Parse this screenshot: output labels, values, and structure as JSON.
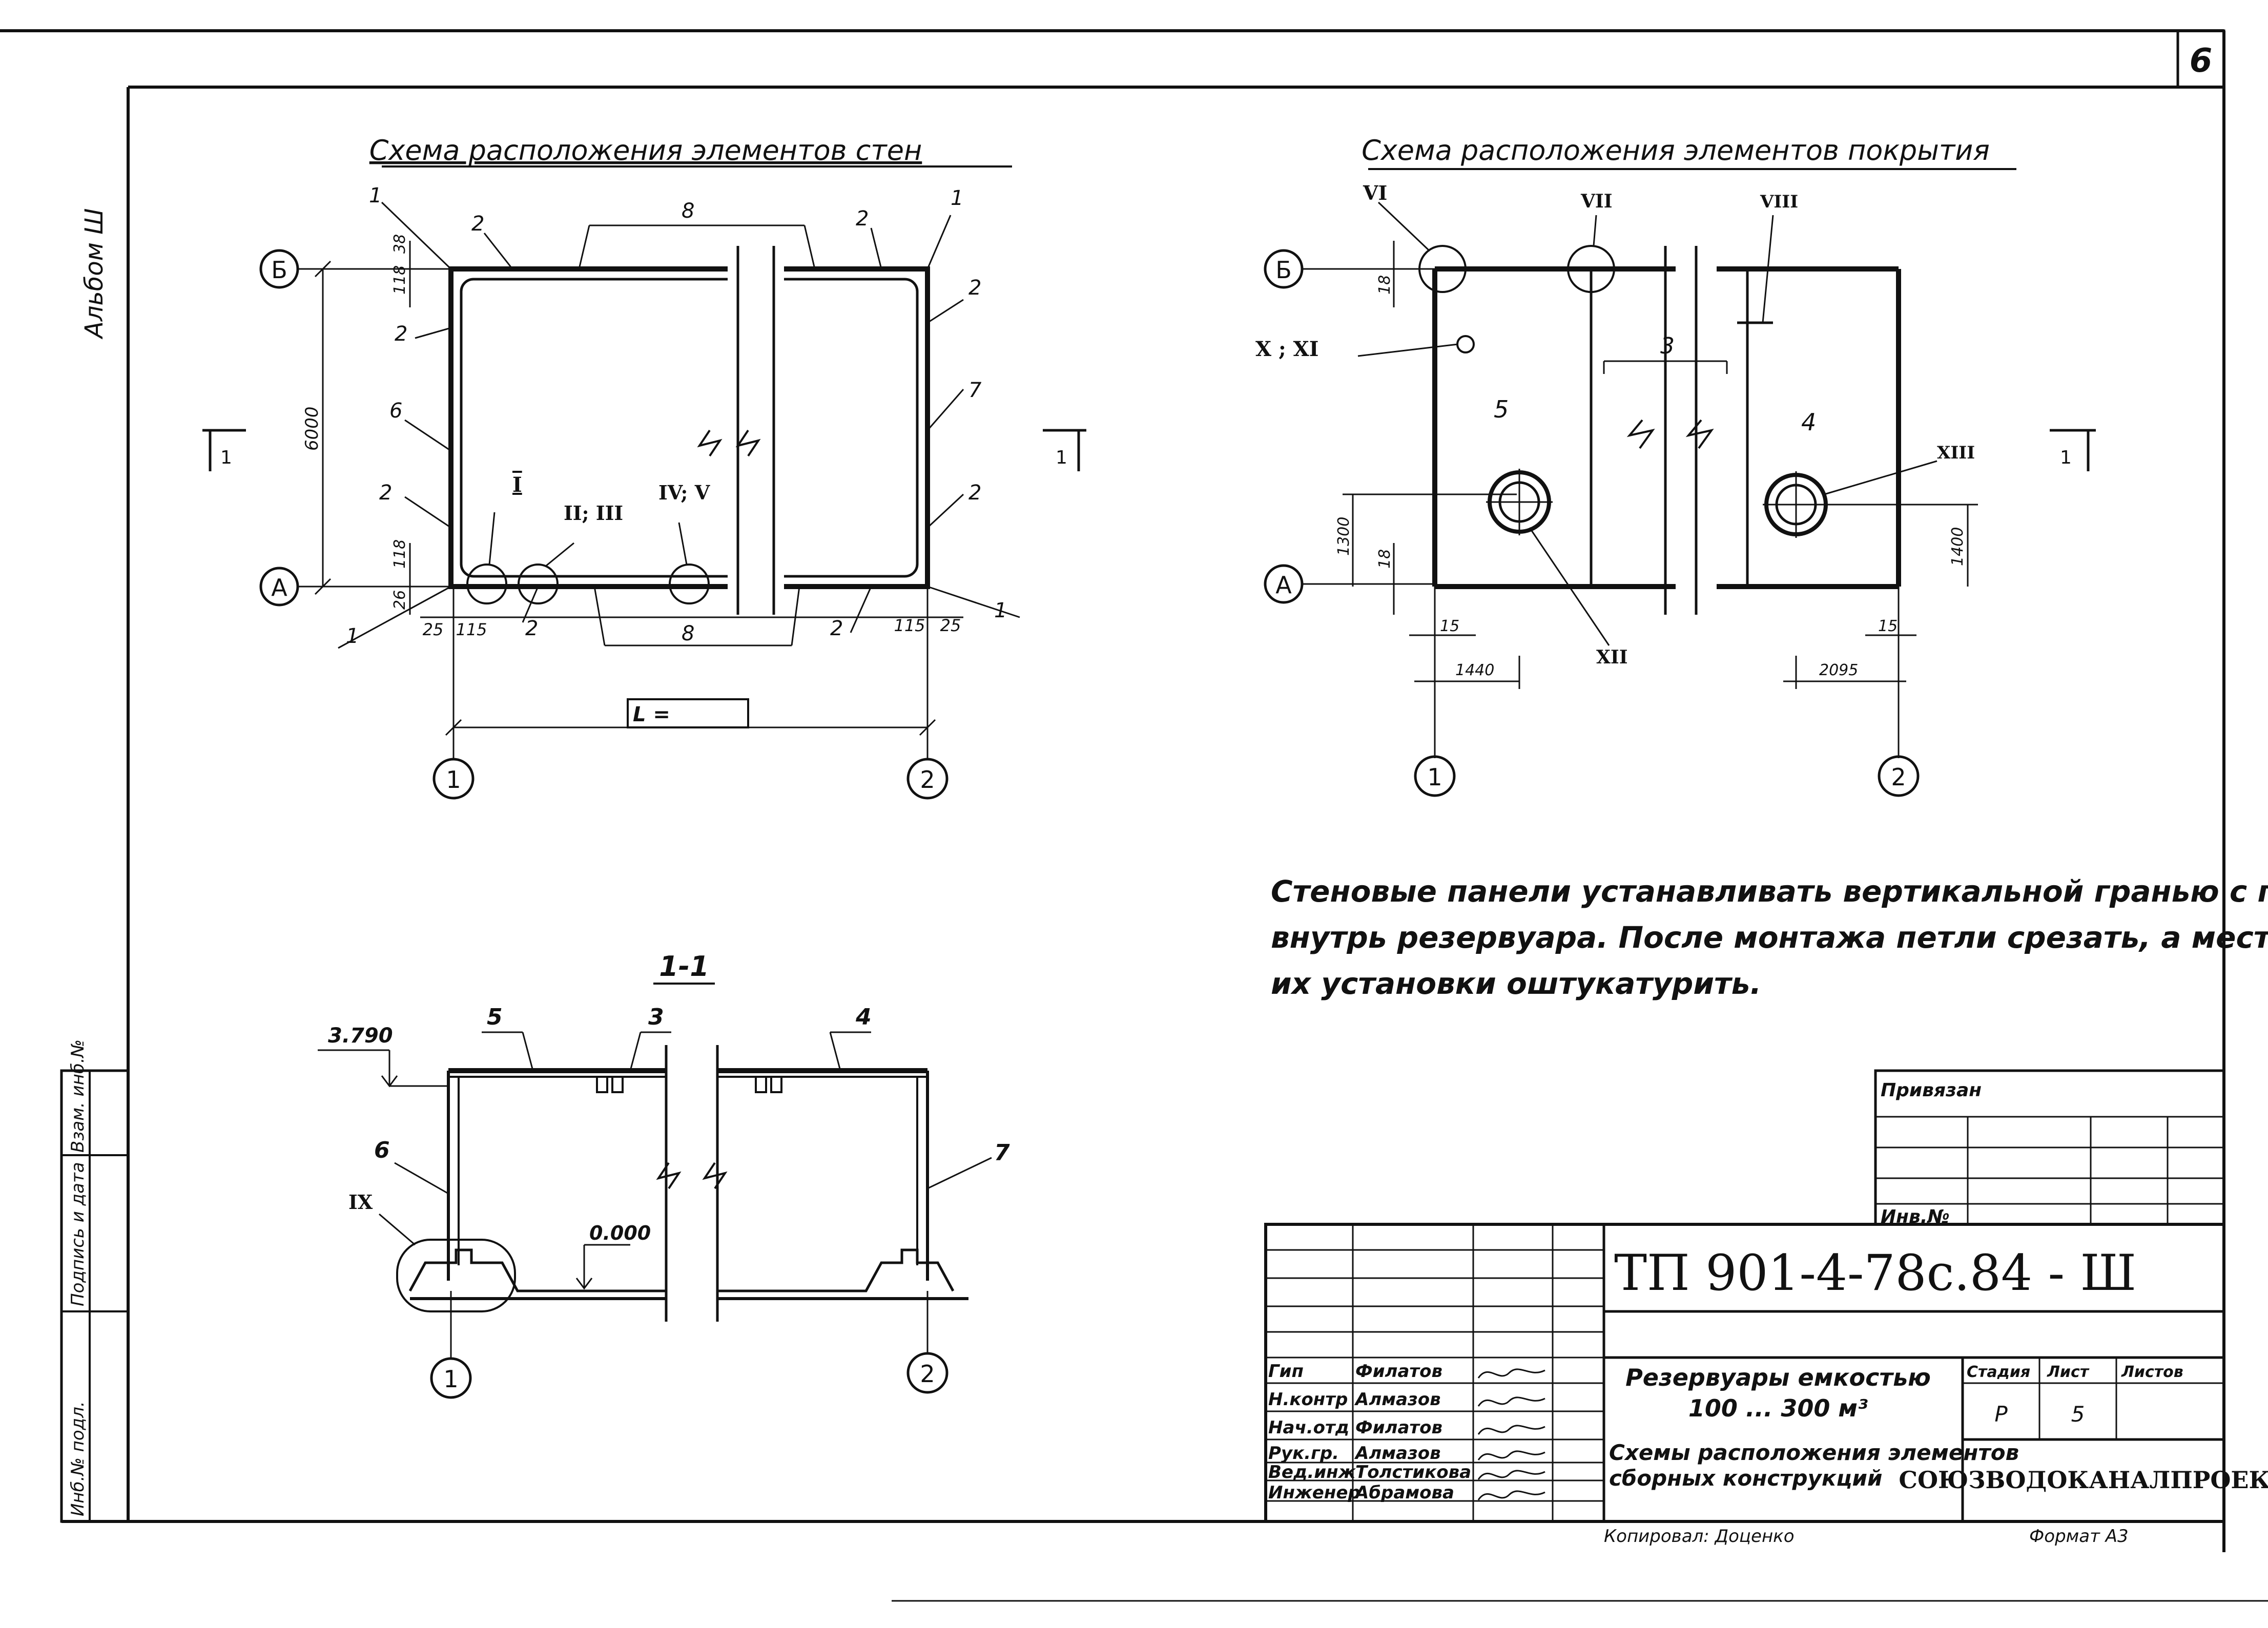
{
  "sheet_number": "6",
  "album_label": "Альбом Ш",
  "left_stamp": {
    "inv_podl": "Инб.№ подл.",
    "podpis": "Подпись и дата",
    "vzam": "Взам. инб.№"
  },
  "wall_scheme": {
    "title": "Схема расположения элементов стен",
    "axis_b": "Б",
    "axis_a": "А",
    "axis_1": "1",
    "axis_2": "2",
    "dim_height": "6000",
    "dim_118_top": "118",
    "dim_38": "38",
    "dim_118_bot": "118",
    "dim_26": "26",
    "dim_25_left": "25",
    "dim_115_left": "115",
    "dim_115_right": "115",
    "dim_25_right": "25",
    "length_label": "L =",
    "section_mark": "1",
    "pos": {
      "p1": "1",
      "p2": "2",
      "p6": "6",
      "p7": "7",
      "p8": "8"
    },
    "nodes": {
      "n1": "I",
      "n2": "II; III",
      "n3": "IV; V"
    }
  },
  "cover_scheme": {
    "title": "Схема расположения элементов покрытия",
    "axis_b": "Б",
    "axis_a": "А",
    "axis_1": "1",
    "axis_2": "2",
    "dim_18_top": "18",
    "dim_18_bot": "18",
    "dim_1300": "1300",
    "dim_1400": "1400",
    "dim_15_left": "15",
    "dim_1440": "1440",
    "dim_15_right": "15",
    "dim_2095": "2095",
    "section_mark": "1",
    "pos": {
      "p3": "3",
      "p4": "4",
      "p5": "5"
    },
    "nodes": {
      "n6": "VI",
      "n7": "VII",
      "n8": "VIII",
      "n10": "X ; XI",
      "n12": "XII",
      "n13": "XIII"
    }
  },
  "note": {
    "line1": "Стеновые панели устанавливать вертикальной гранью с петлями",
    "line2": "внутрь резервуара. После монтажа петли срезать, а места",
    "line3": "их установки оштукатурить."
  },
  "section": {
    "title": "1-1",
    "level_top": "3.790",
    "level_bottom": "0.000",
    "axis_1": "1",
    "axis_2": "2",
    "pos": {
      "p3": "3",
      "p4": "4",
      "p5": "5",
      "p6": "6",
      "p7": "7"
    },
    "node": "IX"
  },
  "title_block": {
    "privyazan": "Привязан",
    "inv_no": "Инв.№",
    "doc_code": "ТП 901-4-78с.84 - Ш",
    "object_title": "Резервуары емкостью",
    "object_capacity": "100 ... 300 м³",
    "sheet_title_1": "Схемы расположения элементов",
    "sheet_title_2": "сборных конструкций",
    "stage_head": "Стадия",
    "sheet_head": "Лист",
    "sheets_head": "Листов",
    "stage": "Р",
    "sheet": "5",
    "sheets": "",
    "organization": "СОЮЗВОДОКАНАЛПРОЕКТ",
    "roles": [
      {
        "role": "Гип",
        "name": "Филатов"
      },
      {
        "role": "Н.контр",
        "name": "Алмазов"
      },
      {
        "role": "Нач.отд",
        "name": "Филатов"
      },
      {
        "role": "Рук.гр.",
        "name": "Алмазов"
      },
      {
        "role": "Вед.инж",
        "name": "Толстикова"
      },
      {
        "role": "Инженер",
        "name": "Абрамова"
      }
    ]
  },
  "footer": {
    "copied": "Копировал: Доценко",
    "format": "Формат А3"
  }
}
